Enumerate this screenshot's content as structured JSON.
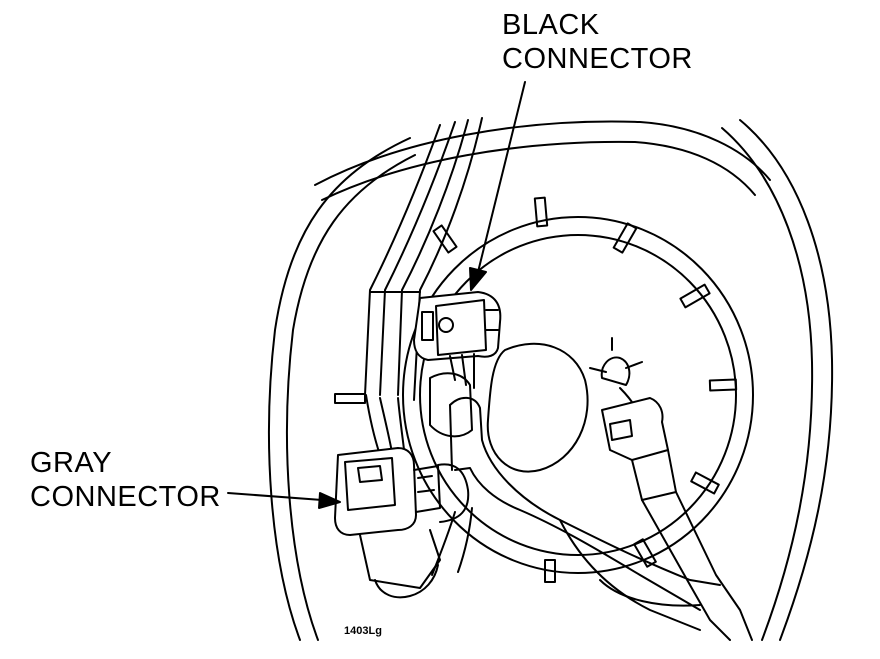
{
  "labels": {
    "black_connector_line1": "BLACK",
    "black_connector_line2": "CONNECTOR",
    "gray_connector_line1": "GRAY",
    "gray_connector_line2": "CONNECTOR"
  },
  "figure_code": "1403Lg",
  "colors": {
    "ink": "#000000",
    "paper": "#ffffff"
  }
}
